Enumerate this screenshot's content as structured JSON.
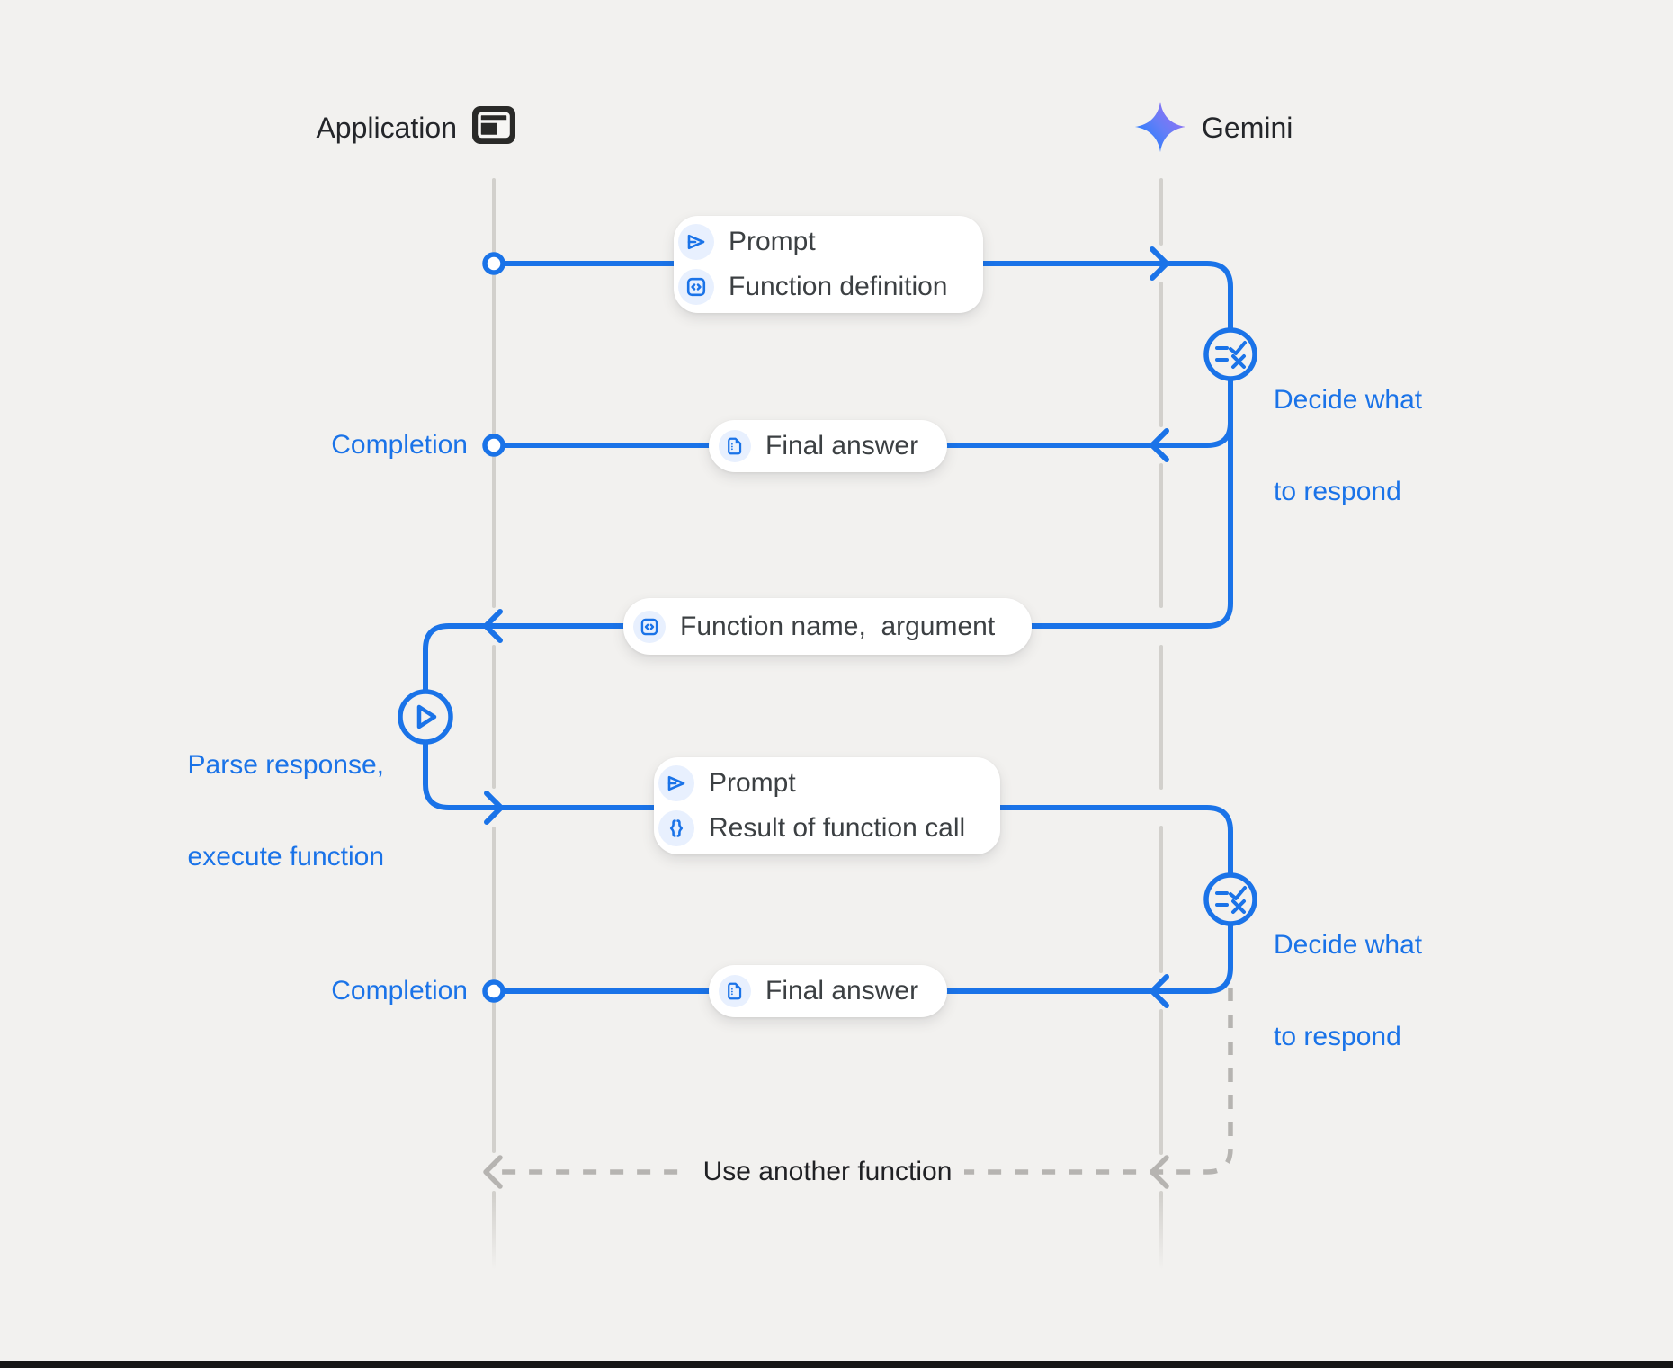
{
  "colors": {
    "background": "#f2f1ef",
    "accent_blue": "#1a73e8",
    "lifeline_gray": "#d2d0cc",
    "dashed_gray": "#b6b4b1",
    "card_text": "#3c4043",
    "icon_circle_bg": "#e8f0fe"
  },
  "header": {
    "application": {
      "label": "Application",
      "icon": "app-window-icon"
    },
    "gemini": {
      "label": "Gemini",
      "icon": "gemini-star-icon"
    }
  },
  "cards": {
    "prompt_function_definition": {
      "rows": [
        {
          "icon": "send-icon",
          "label": "Prompt"
        },
        {
          "icon": "code-brackets-icon",
          "label": "Function definition"
        }
      ]
    },
    "final_answer_1": {
      "rows": [
        {
          "icon": "document-icon",
          "label": "Final answer"
        }
      ]
    },
    "function_name_argument": {
      "rows": [
        {
          "icon": "code-brackets-icon",
          "label": "Function name,  argument"
        }
      ]
    },
    "prompt_result_of_function_call": {
      "rows": [
        {
          "icon": "send-icon",
          "label": "Prompt"
        },
        {
          "icon": "braces-icon",
          "label": "Result of function call"
        }
      ]
    },
    "final_answer_2": {
      "rows": [
        {
          "icon": "document-icon",
          "label": "Final answer"
        }
      ]
    }
  },
  "labels": {
    "completion_1": "Completion",
    "completion_2": "Completion",
    "decide_1_line1": "Decide what",
    "decide_1_line2": "to respond",
    "decide_2_line1": "Decide what",
    "decide_2_line2": "to respond",
    "parse_line1": "Parse response,",
    "parse_line2": "execute function",
    "use_another_function": "Use another function"
  },
  "nodes": {
    "decide_1_icon": "checklist-decision-icon",
    "decide_2_icon": "checklist-decision-icon",
    "parse_icon": "play-icon",
    "start_nodes": "circle-node"
  }
}
